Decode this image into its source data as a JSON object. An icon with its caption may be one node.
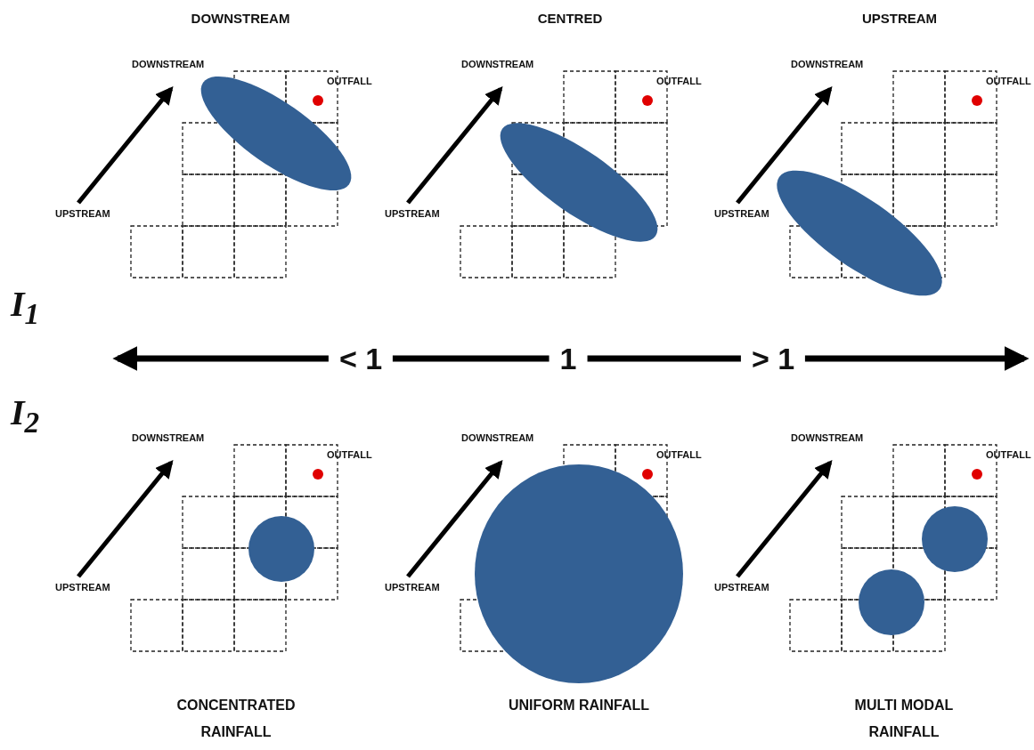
{
  "diagram": {
    "labels": [
      "DOWNSTREAM",
      "CENTRED",
      "UPSTREAM",
      "DOWNSTREAM",
      "OUTFALL",
      "UPSTREAM",
      "DOWNSTREAM",
      "OUTFALL",
      "UPSTREAM",
      "DOWNSTREAM",
      "OUTFALL",
      "UPSTREAM",
      "I$_{1}$",
      "< 1",
      "1",
      "> 1",
      "I$_{2}$",
      "DOWNSTREAM",
      "OUTFALL",
      "UPSTREAM",
      "DOWNSTREAM",
      "OUTFALL",
      "UPSTREAM",
      "DOWNSTREAM",
      "OUTFALL",
      "UPSTREAM",
      "CONCENTRATED RAINFALL",
      "UNIFORM RAINFALL",
      "MULTI MODAL RAINFALL"
    ]
  }
}
